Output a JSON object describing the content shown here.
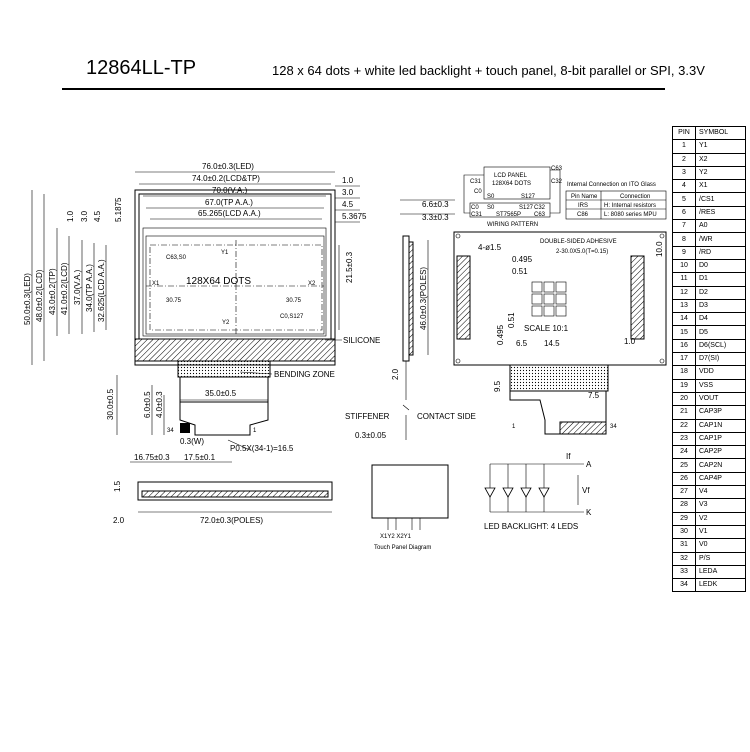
{
  "header": {
    "model": "12864LL-TP",
    "description": "128 x 64 dots + white led backlight + touch panel, 8-bit parallel or SPI, 3.3V"
  },
  "front_view": {
    "dim_led_w": "76.0±0.3(LED)",
    "dim_lcdtp_w": "74.0±0.2(LCD&TP)",
    "dim_va_w": "70.0(V.A.)",
    "dim_tpaa_w": "67.0(TP A.A.)",
    "dim_lcdaa_w": "65.265(LCD A.A.)",
    "off_r1": "1.0",
    "off_r2": "3.0",
    "off_r3": "4.5",
    "off_r4": "5.3675",
    "dim_led_h": "50.0±0.3(LED)",
    "dim_lcd_h": "48.0±0.2(LCD)",
    "dim_tp_h": "43.0±0.2(TP)",
    "dim_lcd2_h": "41.0±0.2(LCD)",
    "dim_va_h": "37.0(V.A.)",
    "dim_tpaa_h": "34.0(TP A.A.)",
    "dim_lcdaa_h": "32.625(LCD A.A.)",
    "off_l1": "1.0",
    "off_l2": "3.0",
    "off_l3": "4.5",
    "off_l4": "5.1875",
    "y1": "Y1",
    "y2": "Y2",
    "x1": "X1",
    "x2": "X2",
    "corner_tl": "C63,S0",
    "corner_br": "C0,S127",
    "dots": "128X64 DOTS",
    "half_l": "30.75",
    "half_r": "30.75",
    "dim_right": "21.5±0.3",
    "silicone": "SILICONE",
    "bending": "BENDING ZONE",
    "fpc_w": "35.0±0.5",
    "fpc_len": "30.0±0.5",
    "d6": "6.0±0.5",
    "d4": "4.0±0.3",
    "pin34": "34",
    "pin1": "1",
    "pad_w": "0.3(W)",
    "pitch": "P0.5X(34-1)=16.5",
    "d1675": "16.75±0.3",
    "d175": "17.5±0.1"
  },
  "bottom_view": {
    "thick": "1.5",
    "poles": "72.0±0.3(POLES)",
    "edge": "2.0"
  },
  "side_view": {
    "t1": "6.6±0.3",
    "t2": "3.3±0.3",
    "poles": "46.0±0.3(POLES)",
    "fpc": "2.0",
    "stiffener": "STIFFENER",
    "contact": "CONTACT SIDE",
    "thk": "0.3±0.05"
  },
  "wiring": {
    "panel": "LCD PANEL",
    "dots": "128X64 DOTS",
    "c63": "C63",
    "c31": "C31",
    "c0": "C0",
    "c32": "C32",
    "s0": "S0",
    "s127": "S127",
    "c0b": "C0",
    "c31b": "C31",
    "s0b": "S0",
    "s127b": "S127",
    "c32b": "C32",
    "c63b": "C63",
    "ic": "ST7565P",
    "caption": "WIRING PATTERN"
  },
  "ito_table": {
    "title": "Internal Connection on ITO Glass",
    "headers": [
      "Pin Name",
      "Connection"
    ],
    "rows": [
      [
        "IRS",
        "H: Internal resistors"
      ],
      [
        "C86",
        "L: 8080 series MPU"
      ]
    ]
  },
  "back_view": {
    "holes": "4-ø1.5",
    "adhesive": "DOUBLE-SIDED ADHESIVE",
    "adhesive_dim": "2-30.0X5.0(T=0.15)",
    "h10": "10.0",
    "p1": "0.495",
    "p2": "0.51",
    "p3": "0.495",
    "p4": "0.51",
    "scale": "SCALE 10:1",
    "d65": "6.5",
    "d145": "14.5",
    "d10": "1.0",
    "d95": "9.5",
    "d75": "7.5",
    "pin1": "1",
    "pin34": "34"
  },
  "touch_panel": {
    "labels": "X1Y2 X2Y1",
    "caption": "Touch Panel Diagram"
  },
  "led": {
    "if": "If",
    "a": "A",
    "vf": "Vf",
    "k": "K",
    "caption": "LED BACKLIGHT: 4 LEDS"
  },
  "pin_table": {
    "headers": [
      "PIN",
      "SYMBOL"
    ],
    "rows": [
      [
        "1",
        "Y1"
      ],
      [
        "2",
        "X2"
      ],
      [
        "3",
        "Y2"
      ],
      [
        "4",
        "X1"
      ],
      [
        "5",
        "/CS1"
      ],
      [
        "6",
        "/RES"
      ],
      [
        "7",
        "A0"
      ],
      [
        "8",
        "/WR"
      ],
      [
        "9",
        "/RD"
      ],
      [
        "10",
        "D0"
      ],
      [
        "11",
        "D1"
      ],
      [
        "12",
        "D2"
      ],
      [
        "13",
        "D3"
      ],
      [
        "14",
        "D4"
      ],
      [
        "15",
        "D5"
      ],
      [
        "16",
        "D6(SCL)"
      ],
      [
        "17",
        "D7(SI)"
      ],
      [
        "18",
        "VDD"
      ],
      [
        "19",
        "VSS"
      ],
      [
        "20",
        "VOUT"
      ],
      [
        "21",
        "CAP3P"
      ],
      [
        "22",
        "CAP1N"
      ],
      [
        "23",
        "CAP1P"
      ],
      [
        "24",
        "CAP2P"
      ],
      [
        "25",
        "CAP2N"
      ],
      [
        "26",
        "CAP4P"
      ],
      [
        "27",
        "V4"
      ],
      [
        "28",
        "V3"
      ],
      [
        "29",
        "V2"
      ],
      [
        "30",
        "V1"
      ],
      [
        "31",
        "V0"
      ],
      [
        "32",
        "P/S"
      ],
      [
        "33",
        "LEDA"
      ],
      [
        "34",
        "LEDK"
      ]
    ]
  }
}
